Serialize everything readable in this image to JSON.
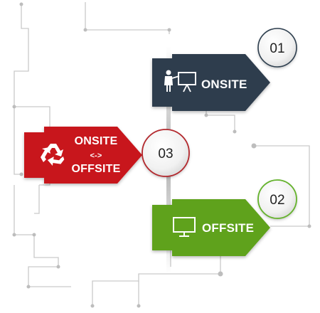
{
  "steps": [
    {
      "number": "01",
      "label": "ONSITE",
      "icon": "presenter-board-icon",
      "color": "#2d3e4e",
      "ring": "#2d3e4e"
    },
    {
      "number": "02",
      "label": "OFFSITE",
      "icon": "monitor-icon",
      "color": "#5ea21f",
      "ring": "#64b32b"
    },
    {
      "number": "03",
      "label_lines": [
        "ONSITE",
        "<->",
        "OFFSITE"
      ],
      "icon": "recycle-icon",
      "color": "#c8161d",
      "ring": "#b3282d"
    }
  ]
}
